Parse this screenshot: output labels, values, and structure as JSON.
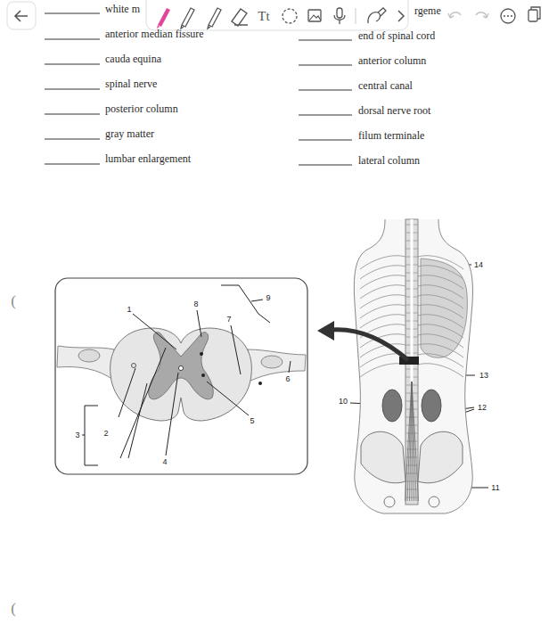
{
  "diagram": {
    "labels": [
      "white m",
      "rgeme",
      "anterior median fissure",
      "end of spinal cord",
      "cauda equina",
      "anterior column",
      "spinal nerve",
      "central canal",
      "posterior column",
      "dorsal nerve root",
      "gray matter",
      "filum terminale",
      "lumbar enlargement",
      "lateral column",
      "Tt",
      "(",
      "14",
      "9",
      "8",
      "1",
      "7",
      "13",
      "6",
      "10",
      "12",
      "5",
      "2",
      "3",
      "4",
      "11",
      "("
    ]
  }
}
